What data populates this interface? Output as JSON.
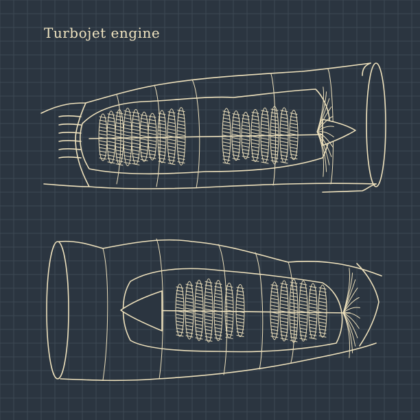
{
  "title": "Turbojet engine",
  "colors": {
    "background": "#2b3540",
    "grid": "#3e4954",
    "line": "#efe2bd"
  },
  "drawings": [
    {
      "name": "engine-drawing-top",
      "orientation": "nozzle-left-intake-right"
    },
    {
      "name": "engine-drawing-bottom",
      "orientation": "intake-left-nozzle-right"
    }
  ]
}
